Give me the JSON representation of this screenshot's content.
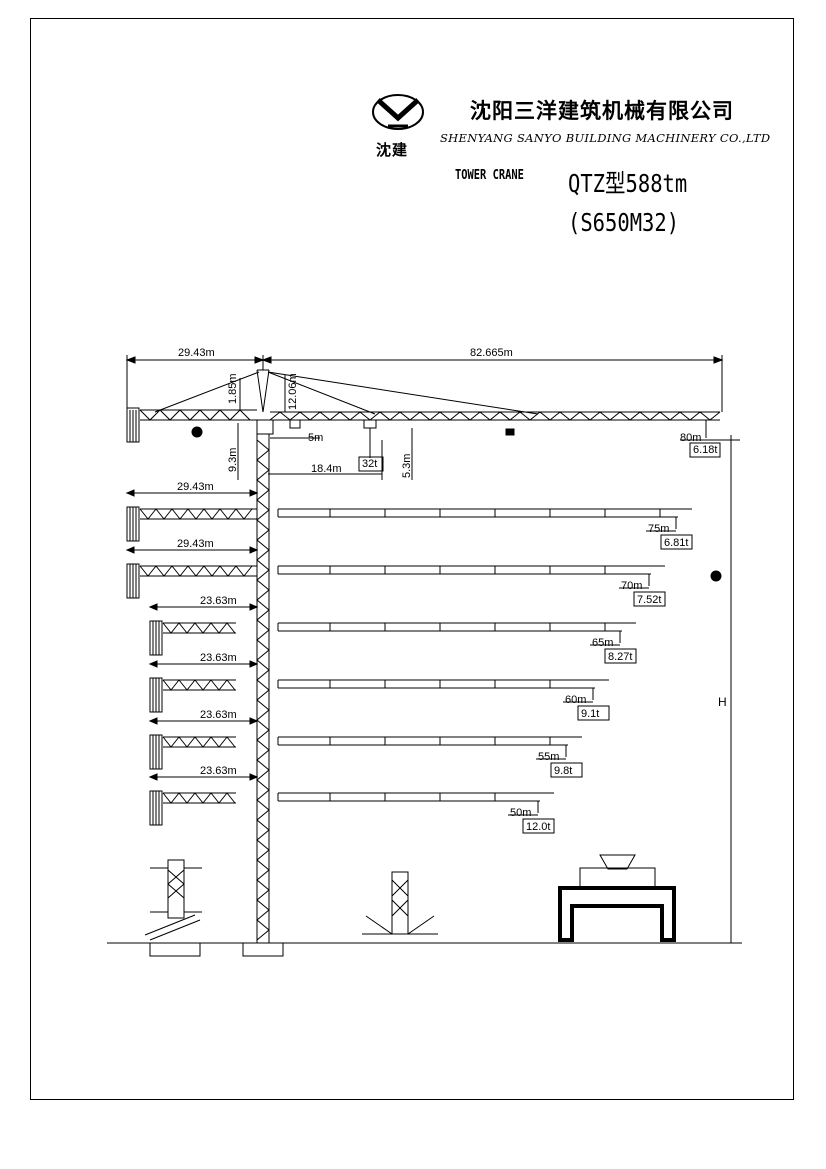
{
  "company": {
    "name_cn": "沈阳三洋建筑机械有限公司",
    "name_en": "SHENYANG SANYO BUILDING MACHINERY CO.,LTD",
    "logo_text": "沈建"
  },
  "product": {
    "category": "TOWER CRANE",
    "model": "QTZ型588tm",
    "model_code": "(S650M32)"
  },
  "top_config": {
    "counter_jib": "29.43m",
    "main_jib": "82.665m",
    "apex_height": "12.06m",
    "counter_apex": "1.85m",
    "tower_offset": "9.3m",
    "trolley_offset": "5m",
    "max_load_radius": "18.4m",
    "max_load": "32t",
    "hook_drop": "5.3m",
    "tip_radius": "80m",
    "tip_load": "6.18t"
  },
  "jib_configs": [
    {
      "counter_jib": "29.43m",
      "radius": "75m",
      "tip_load": "6.81t"
    },
    {
      "counter_jib": "29.43m",
      "radius": "70m",
      "tip_load": "7.52t"
    },
    {
      "counter_jib": "23.63m",
      "radius": "65m",
      "tip_load": "8.27t"
    },
    {
      "counter_jib": "23.63m",
      "radius": "60m",
      "tip_load": "9.1t"
    },
    {
      "counter_jib": "23.63m",
      "radius": "55m",
      "tip_load": "9.8t"
    },
    {
      "counter_jib": "23.63m",
      "radius": "50m",
      "tip_load": "12.0t"
    }
  ],
  "height_label": "H"
}
